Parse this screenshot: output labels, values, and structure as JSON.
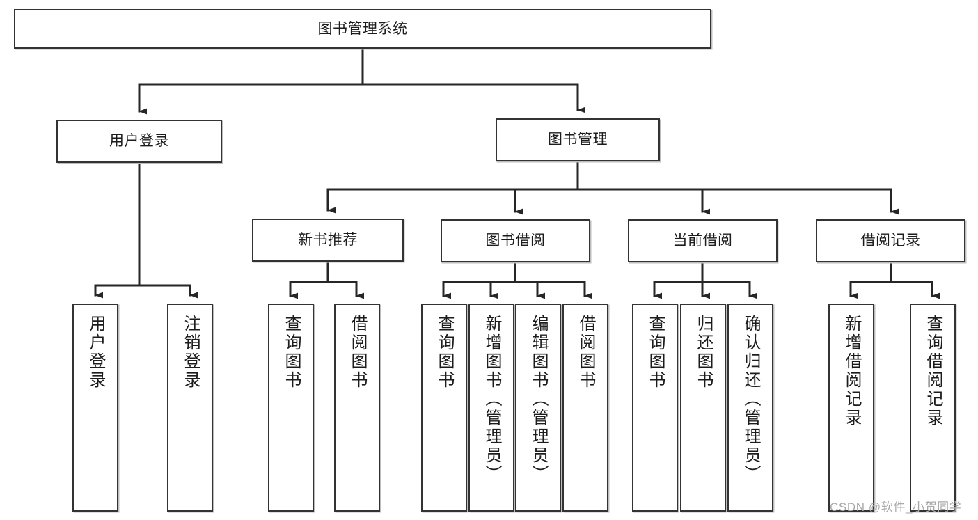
{
  "diagram": {
    "title": "图书管理系统",
    "type": "hierarchy-tree",
    "watermark": "CSDN @软件_小贺同学",
    "colors": {
      "box_border": "#333333",
      "box_fill": "#ffffff",
      "connector": "#262626",
      "text": "#1c1c1c",
      "watermark": "#a9a9a9"
    },
    "nodes": {
      "root": {
        "label": "图书管理系统"
      },
      "level2": [
        {
          "id": "user-login",
          "label": "用户登录"
        },
        {
          "id": "book-manage",
          "label": "图书管理"
        }
      ],
      "level3": [
        {
          "id": "new-book-rec",
          "label": "新书推荐"
        },
        {
          "id": "book-borrow",
          "label": "图书借阅"
        },
        {
          "id": "current-borrow",
          "label": "当前借阅"
        },
        {
          "id": "borrow-record",
          "label": "借阅记录"
        }
      ],
      "leaves": {
        "user_login": [
          {
            "id": "leaf-user-login",
            "label": "用户登录"
          },
          {
            "id": "leaf-logout",
            "label": "注销登录"
          }
        ],
        "new_book_rec": [
          {
            "id": "leaf-query-book-1",
            "label": "查询图书"
          },
          {
            "id": "leaf-borrow-book-1",
            "label": "借阅图书"
          }
        ],
        "book_borrow": [
          {
            "id": "leaf-query-book-2",
            "label": "查询图书"
          },
          {
            "id": "leaf-add-book",
            "label": "新增图书（管理员）"
          },
          {
            "id": "leaf-edit-book",
            "label": "编辑图书（管理员）"
          },
          {
            "id": "leaf-borrow-book-2",
            "label": "借阅图书"
          }
        ],
        "current_borrow": [
          {
            "id": "leaf-query-book-3",
            "label": "查询图书"
          },
          {
            "id": "leaf-return-book",
            "label": "归还图书"
          },
          {
            "id": "leaf-confirm-return",
            "label": "确认归还（管理员）"
          }
        ],
        "borrow_record": [
          {
            "id": "leaf-add-record",
            "label": "新增借阅记录"
          },
          {
            "id": "leaf-query-record",
            "label": "查询借阅记录"
          }
        ]
      }
    }
  }
}
